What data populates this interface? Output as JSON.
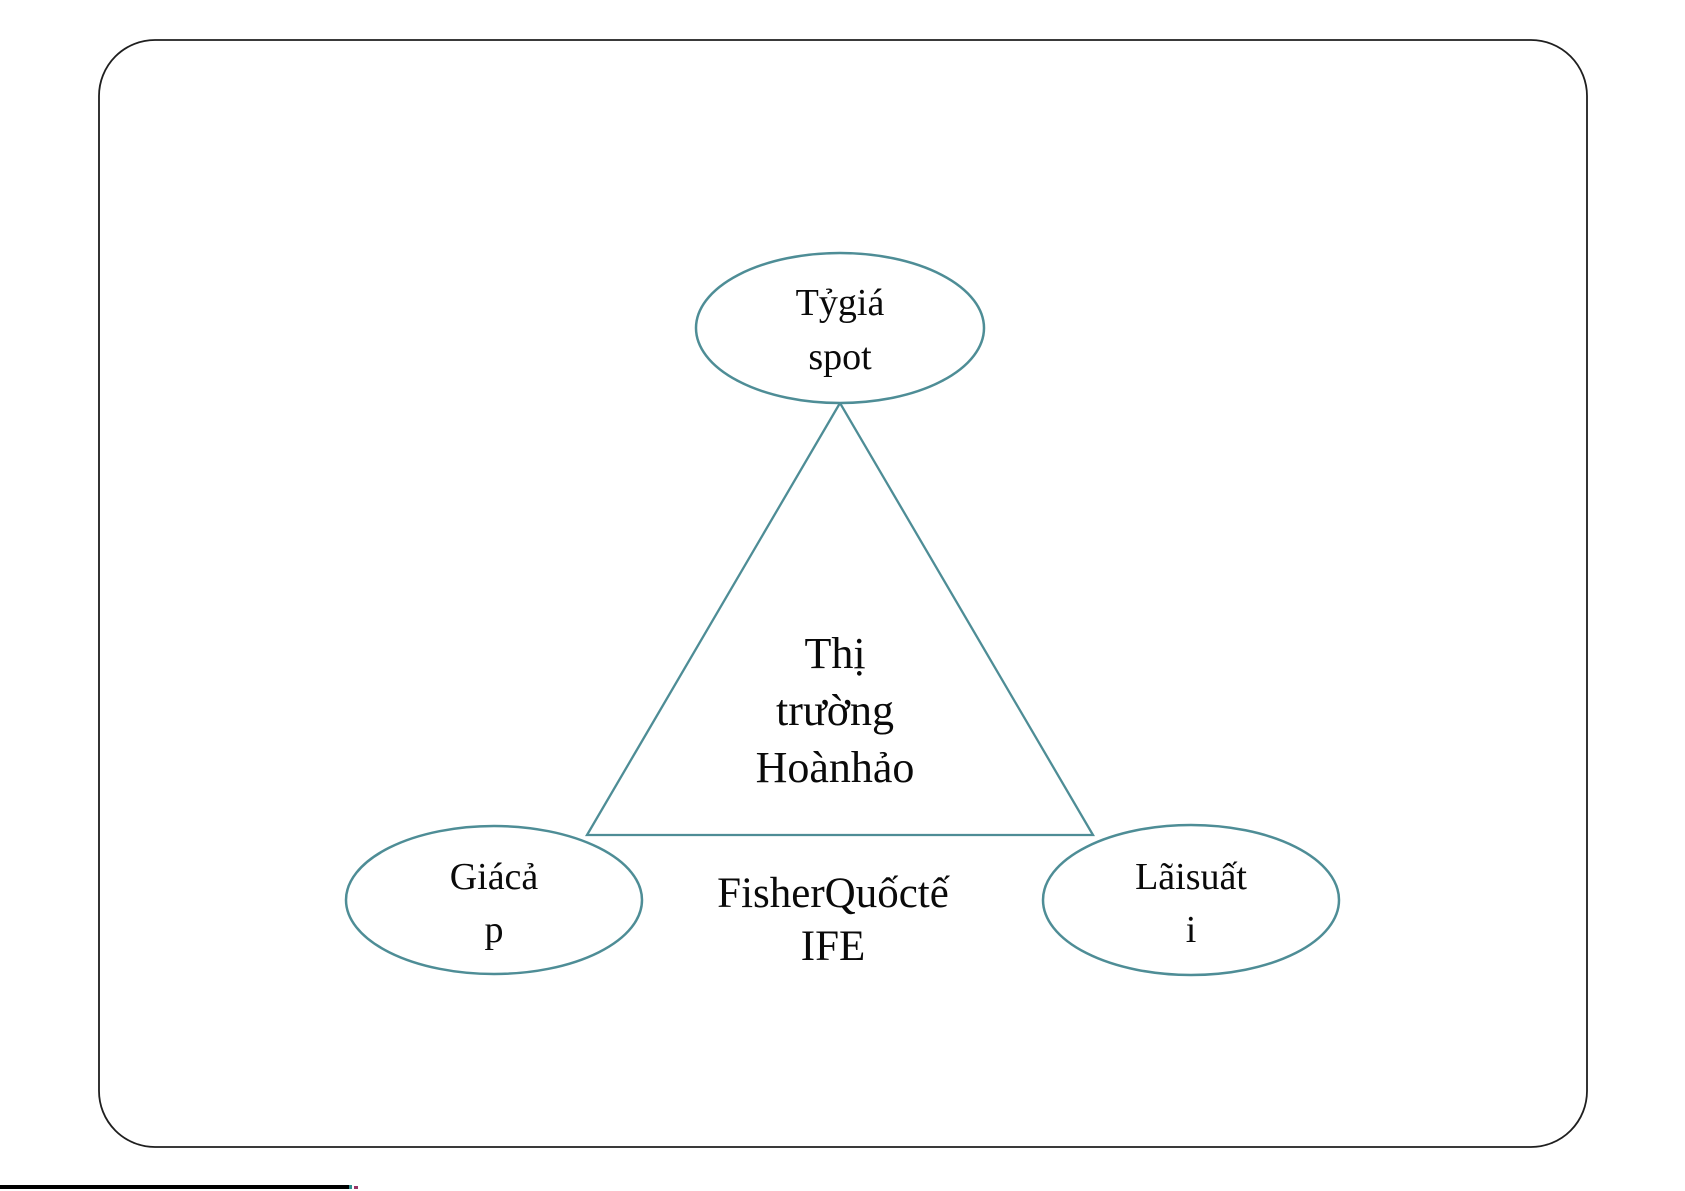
{
  "diagram": {
    "stroke_color": "#4e8d96",
    "frame_color": "#1f1f1f",
    "top_node": {
      "line1": "Tỷgiá",
      "line2": "spot"
    },
    "center_text": {
      "line1": "Thị",
      "line2": "trường",
      "line3": "Hoànhảo"
    },
    "left_node": {
      "line1": "Giácả",
      "line2": "p"
    },
    "right_node": {
      "line1": "Lãisuất",
      "line2": "i"
    },
    "edge_label": {
      "line1": "FisherQuốctế",
      "line2": "IFE"
    }
  }
}
